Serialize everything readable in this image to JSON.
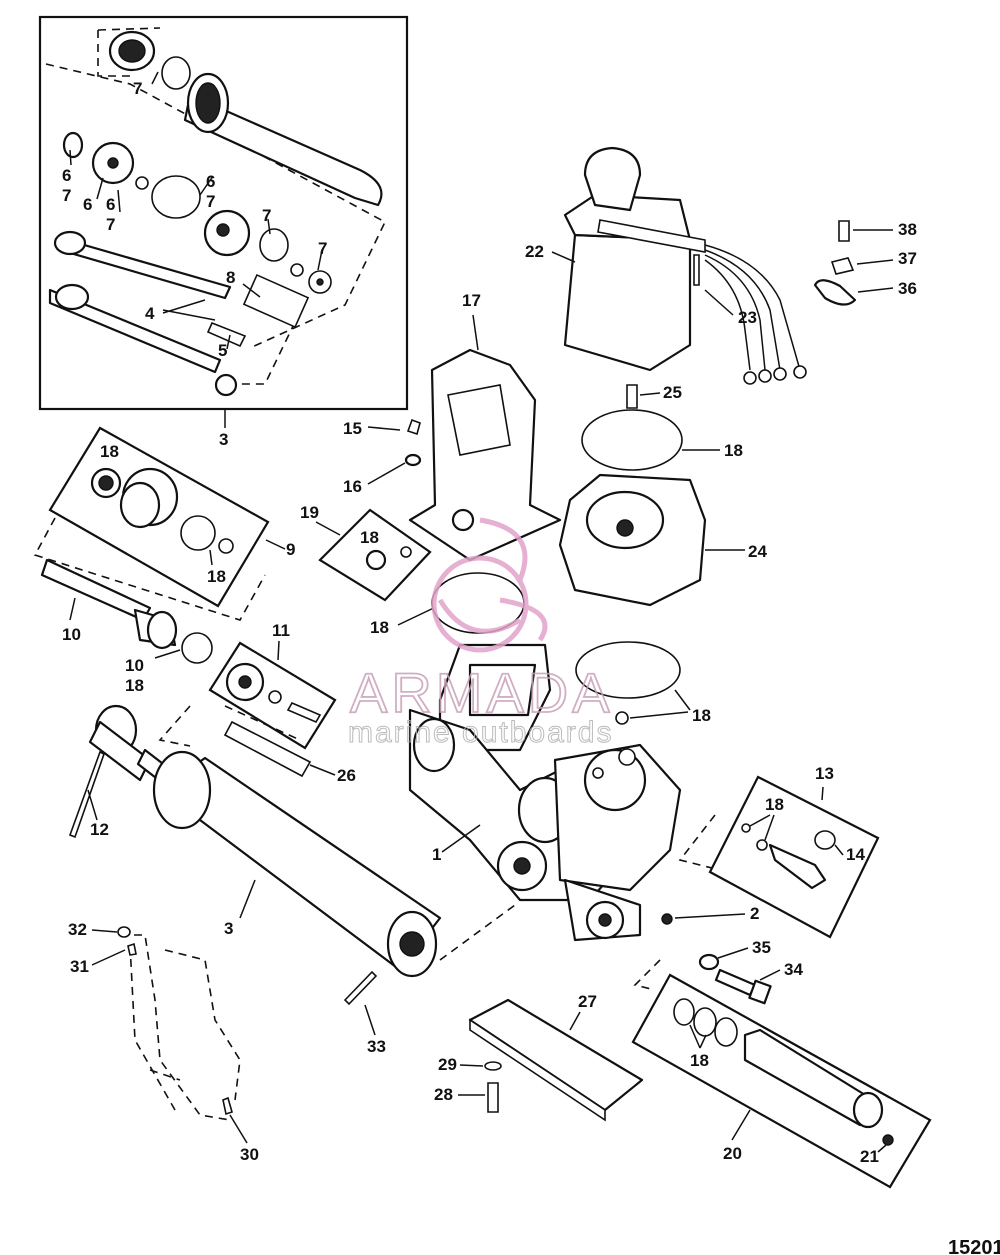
{
  "diagram": {
    "figure_number": "15201",
    "labels": {
      "l7a": "7",
      "l6a": "6",
      "l7b": "7",
      "l6b": "6",
      "l6c": "6",
      "l7c": "7",
      "l6d": "6",
      "l7d": "7",
      "l7e": "7",
      "l7f": "7",
      "l8": "8",
      "l4": "4",
      "l5": "5",
      "l3a": "3",
      "l18a": "18",
      "l18b": "18",
      "l9": "9",
      "l10a": "10",
      "l10b": "10",
      "l18c": "18",
      "l11": "11",
      "l12": "12",
      "l26": "26",
      "l3b": "3",
      "l1": "1",
      "l17": "17",
      "l15": "15",
      "l16": "16",
      "l19": "19",
      "l18d": "18",
      "l18e": "18",
      "l22": "22",
      "l23": "23",
      "l25": "25",
      "l18f": "18",
      "l24": "24",
      "l18g": "18",
      "l38": "38",
      "l37": "37",
      "l36": "36",
      "l13": "13",
      "l18h": "18",
      "l14": "14",
      "l2": "2",
      "l35": "35",
      "l34": "34",
      "l32": "32",
      "l31": "31",
      "l33": "33",
      "l27": "27",
      "l29": "29",
      "l28": "28",
      "l18i": "18",
      "l20": "20",
      "l21": "21",
      "l30": "30"
    }
  },
  "watermark": {
    "brand": "ARMADA",
    "tagline": "marine outboards"
  }
}
